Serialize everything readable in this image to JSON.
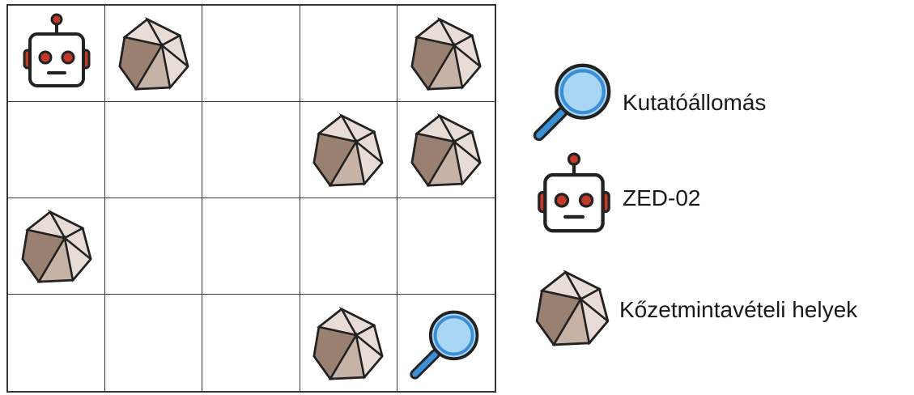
{
  "grid": {
    "rows": 4,
    "cols": 5,
    "cells": [
      [
        "robot",
        "rock",
        "",
        "",
        "rock"
      ],
      [
        "",
        "",
        "",
        "rock",
        "rock"
      ],
      [
        "rock",
        "",
        "",
        "",
        ""
      ],
      [
        "",
        "",
        "",
        "rock",
        "station"
      ]
    ]
  },
  "legend": {
    "station": {
      "label": "Kutatóállomás",
      "icon": "magnifier-icon"
    },
    "robot": {
      "label": "ZED-02",
      "icon": "robot-icon"
    },
    "rock": {
      "label": "Kőzetmintavételi helyek",
      "icon": "rock-icon"
    }
  },
  "colors": {
    "robot_eye": "#c0392b",
    "lens": "#a9d6f5",
    "handle": "#3a8fd6",
    "rock_light": "#e8ddd6",
    "rock_mid": "#c7b3a6",
    "rock_dark": "#9a8070"
  }
}
